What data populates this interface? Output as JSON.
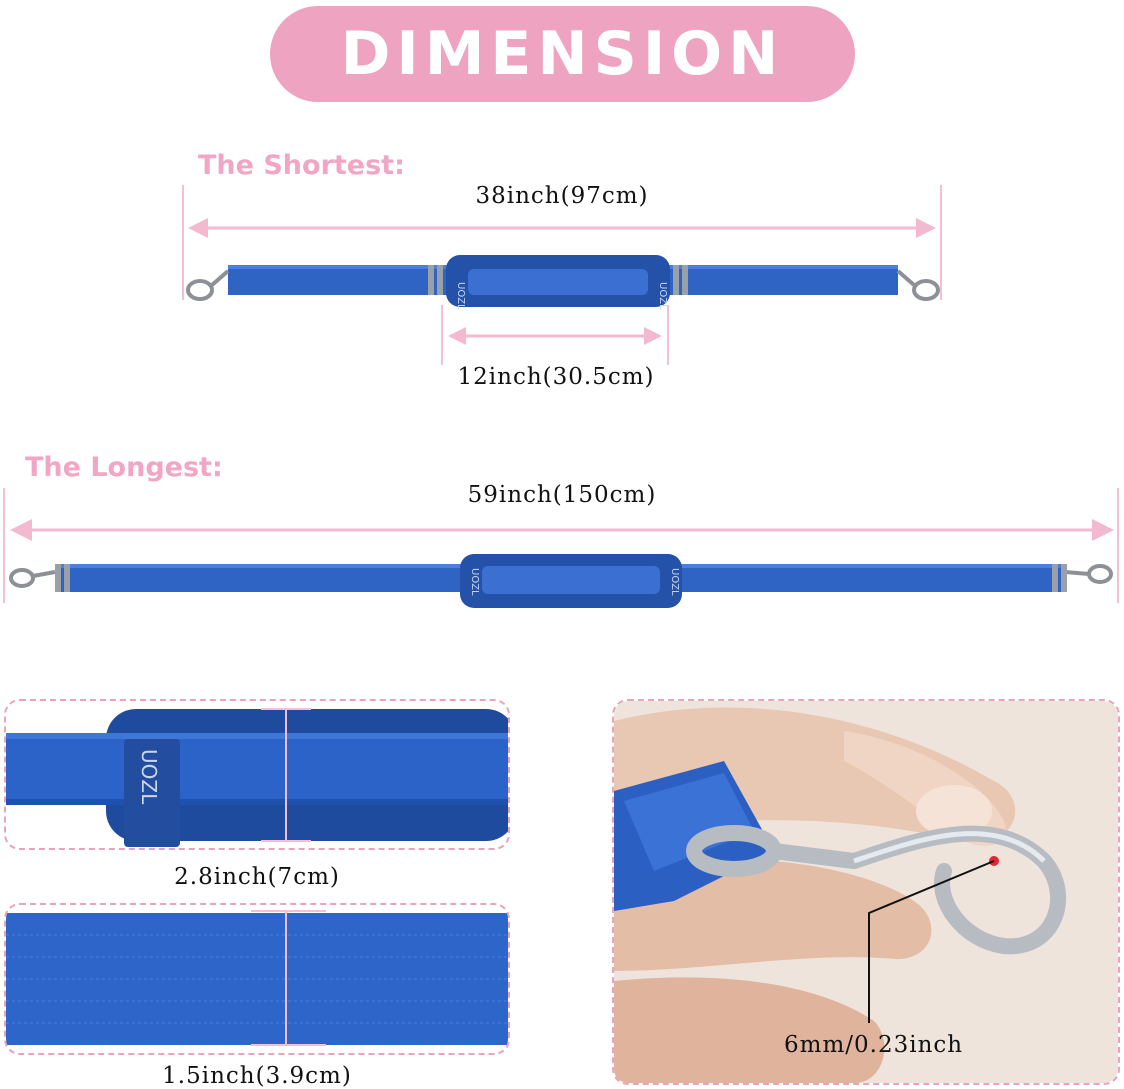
{
  "header": {
    "title": "DIMENSION"
  },
  "sections": {
    "shortest": {
      "label": "The Shortest:",
      "total_length": "38inch(97cm)",
      "pad_length": "12inch(30.5cm)"
    },
    "longest": {
      "label": "The Longest:",
      "total_length": "59inch(150cm)"
    }
  },
  "details": {
    "pad_width": "2.8inch(7cm)",
    "strap_width": "1.5inch(3.9cm)",
    "hook_opening": "6mm/0.23inch",
    "brand_tag": "UOZL"
  },
  "colors": {
    "accent_pink": "#eea3c1",
    "label_pink": "#f0a6c4",
    "strap_blue": "#2f63c4",
    "pad_blue": "#2452a8"
  }
}
